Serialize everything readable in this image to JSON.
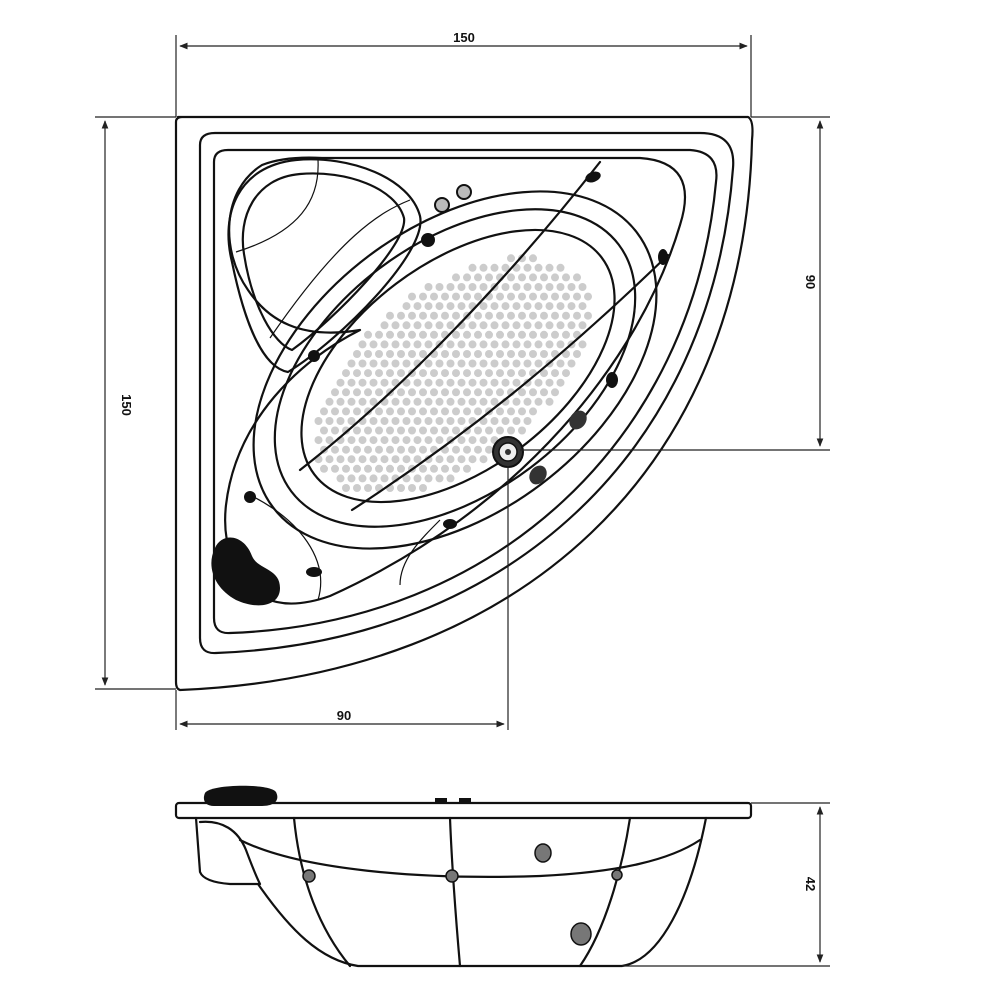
{
  "dimensions": {
    "top_width": "150",
    "left_height": "150",
    "right_height": "90",
    "bottom_width": "90",
    "side_height": "42"
  },
  "colors": {
    "stroke": "#111111",
    "fill_dark": "#111111",
    "jet_grey": "#777777",
    "dots": "#cccccc",
    "background": "#ffffff"
  }
}
